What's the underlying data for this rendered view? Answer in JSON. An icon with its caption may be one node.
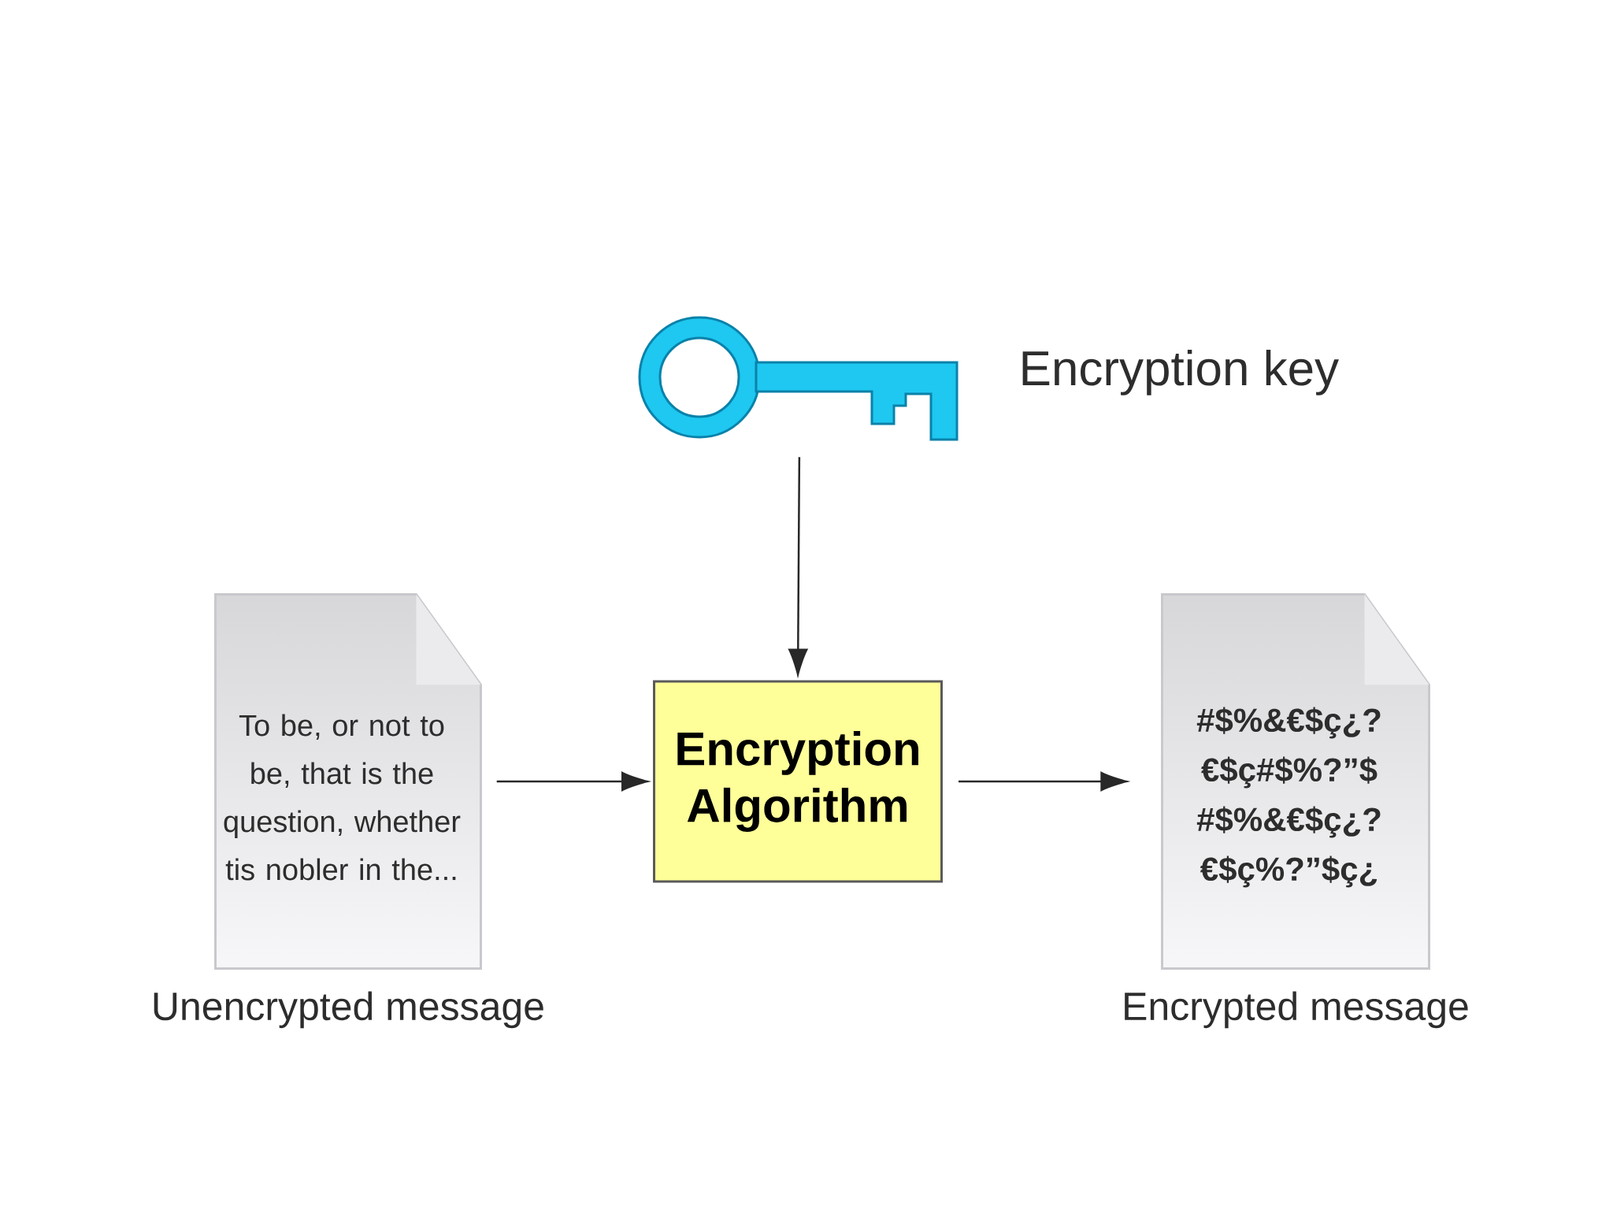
{
  "diagram": {
    "nodes": [
      {
        "text": [],
        "shape": "key",
        "beside": [
          "Encryption key"
        ]
      },
      {
        "text": [
          "To be, or not to be, that is the question, whether tis nobler in the..."
        ],
        "beside": [
          "Unencrypted message"
        ]
      },
      {
        "text": [
          "Encryption Algorithm"
        ]
      },
      {
        "text": [
          "#$%&€$ç¿? €$ç#$%?”$ #$%&€$ç¿? €$ç%?”$ç¿"
        ],
        "beside": [
          "Encrypted message"
        ]
      }
    ],
    "edges": [
      {
        "from": 0,
        "to": 2,
        "arrow": "to"
      },
      {
        "from": 1,
        "to": 2,
        "arrow": "to"
      },
      {
        "from": 2,
        "to": 3,
        "arrow": "to"
      }
    ]
  }
}
